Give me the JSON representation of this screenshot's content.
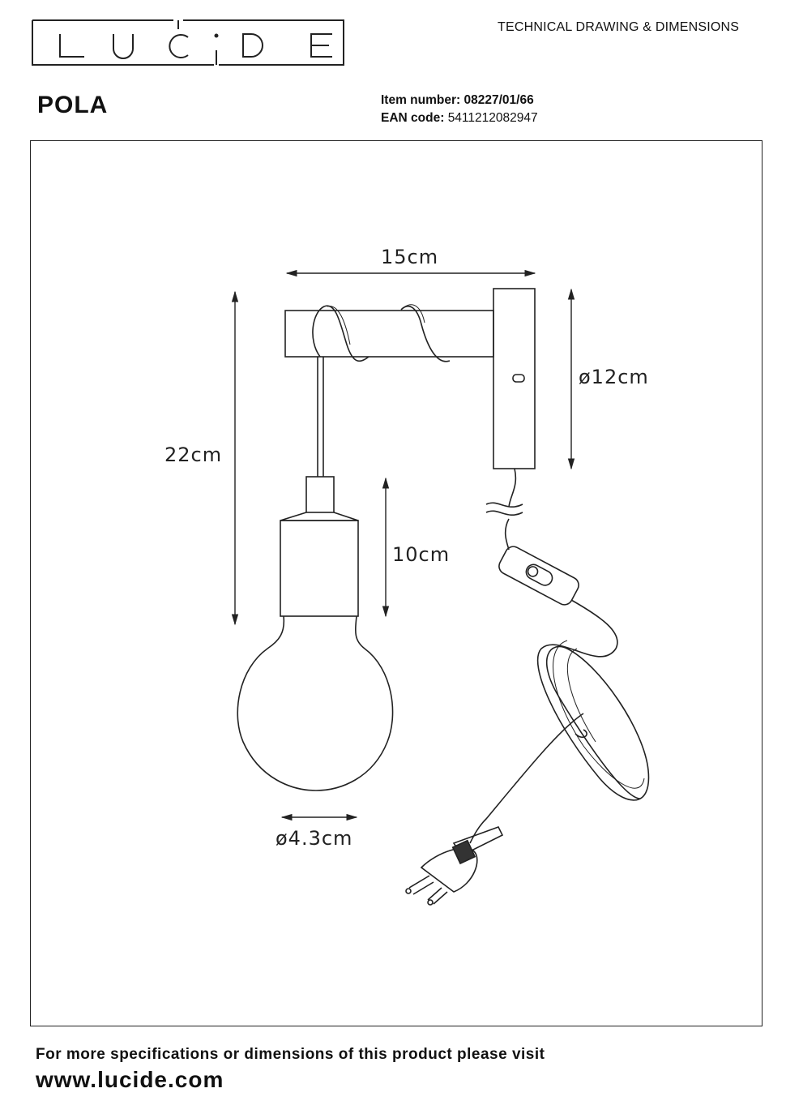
{
  "brand": {
    "logo_text": "LUCIDE"
  },
  "header": {
    "doc_type": "TECHNICAL DRAWING & DIMENSIONS",
    "product_name": "POLA",
    "item_number_label": "Item number:",
    "item_number": "08227/01/66",
    "ean_label": "EAN code:",
    "ean": "5411212082947"
  },
  "dimensions": {
    "width": "15cm",
    "height": "22cm",
    "plate_diameter": "ø12cm",
    "pendant_height": "10cm",
    "bulb_diameter": "ø4.3cm"
  },
  "footer": {
    "text": "For more specifications or dimensions of this product please visit",
    "url": "www.lucide.com"
  }
}
